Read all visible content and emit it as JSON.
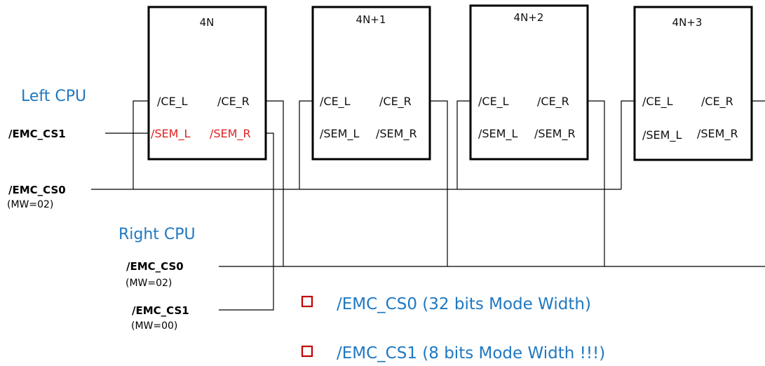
{
  "colors": {
    "accent": "#1f78c1",
    "highlight": "#e02020",
    "bullet": "#c00000"
  },
  "chips": [
    {
      "title": "4N",
      "ce_l": "/CE_L",
      "ce_r": "/CE_R",
      "sem_l": "/SEM_L",
      "sem_r": "/SEM_R",
      "sem_highlight": true
    },
    {
      "title": "4N+1",
      "ce_l": "/CE_L",
      "ce_r": "/CE_R",
      "sem_l": "/SEM_L",
      "sem_r": "/SEM_R",
      "sem_highlight": false
    },
    {
      "title": "4N+2",
      "ce_l": "/CE_L",
      "ce_r": "/CE_R",
      "sem_l": "/SEM_L",
      "sem_r": "/SEM_R",
      "sem_highlight": false
    },
    {
      "title": "4N+3",
      "ce_l": "/CE_L",
      "ce_r": "/CE_R",
      "sem_l": "/SEM_L",
      "sem_r": "/SEM_R",
      "sem_highlight": false
    }
  ],
  "left_cpu": {
    "label": "Left CPU",
    "cs1": "/EMC_CS1",
    "cs0": "/EMC_CS0",
    "cs0_mw": "(MW=02)"
  },
  "right_cpu": {
    "label": "Right CPU",
    "cs0": "/EMC_CS0",
    "cs0_mw": "(MW=02)",
    "cs1": "/EMC_CS1",
    "cs1_mw": "(MW=00)"
  },
  "notes": [
    {
      "bullet_icon": "square-bullet-icon",
      "text": "/EMC_CS0 (32 bits Mode Width)"
    },
    {
      "bullet_icon": "square-bullet-icon",
      "text": "/EMC_CS1 (8 bits Mode Width !!!)"
    }
  ]
}
